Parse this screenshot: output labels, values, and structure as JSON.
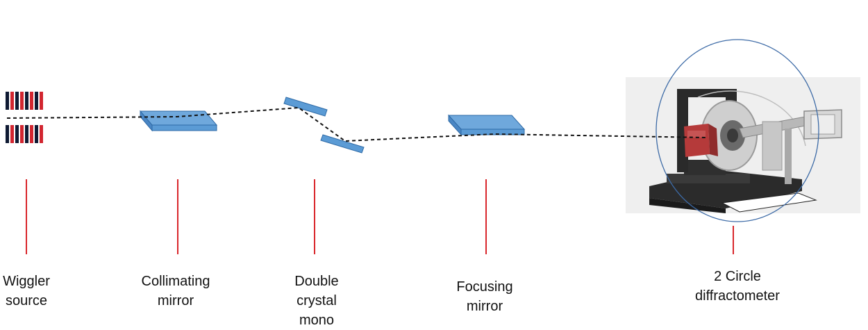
{
  "components": [
    {
      "id": "wiggler",
      "label_lines": [
        "Wiggler",
        "source"
      ]
    },
    {
      "id": "collimating",
      "label_lines": [
        "Collimating",
        "mirror"
      ]
    },
    {
      "id": "dcm",
      "label_lines": [
        "Double",
        "crystal",
        "mono"
      ]
    },
    {
      "id": "focusing",
      "label_lines": [
        "Focusing",
        "mirror"
      ]
    },
    {
      "id": "diffractometer",
      "label_lines": [
        "2 Circle",
        "diffractometer"
      ]
    }
  ],
  "colors": {
    "mirror_fill": "#5b9bd5",
    "mirror_edge": "#2e6aa6",
    "marker_red": "#d9262b",
    "magnet_red": "#d22630",
    "magnet_dark": "#0f1a33",
    "beam": "#111111",
    "circle": "#3c6aa6"
  }
}
